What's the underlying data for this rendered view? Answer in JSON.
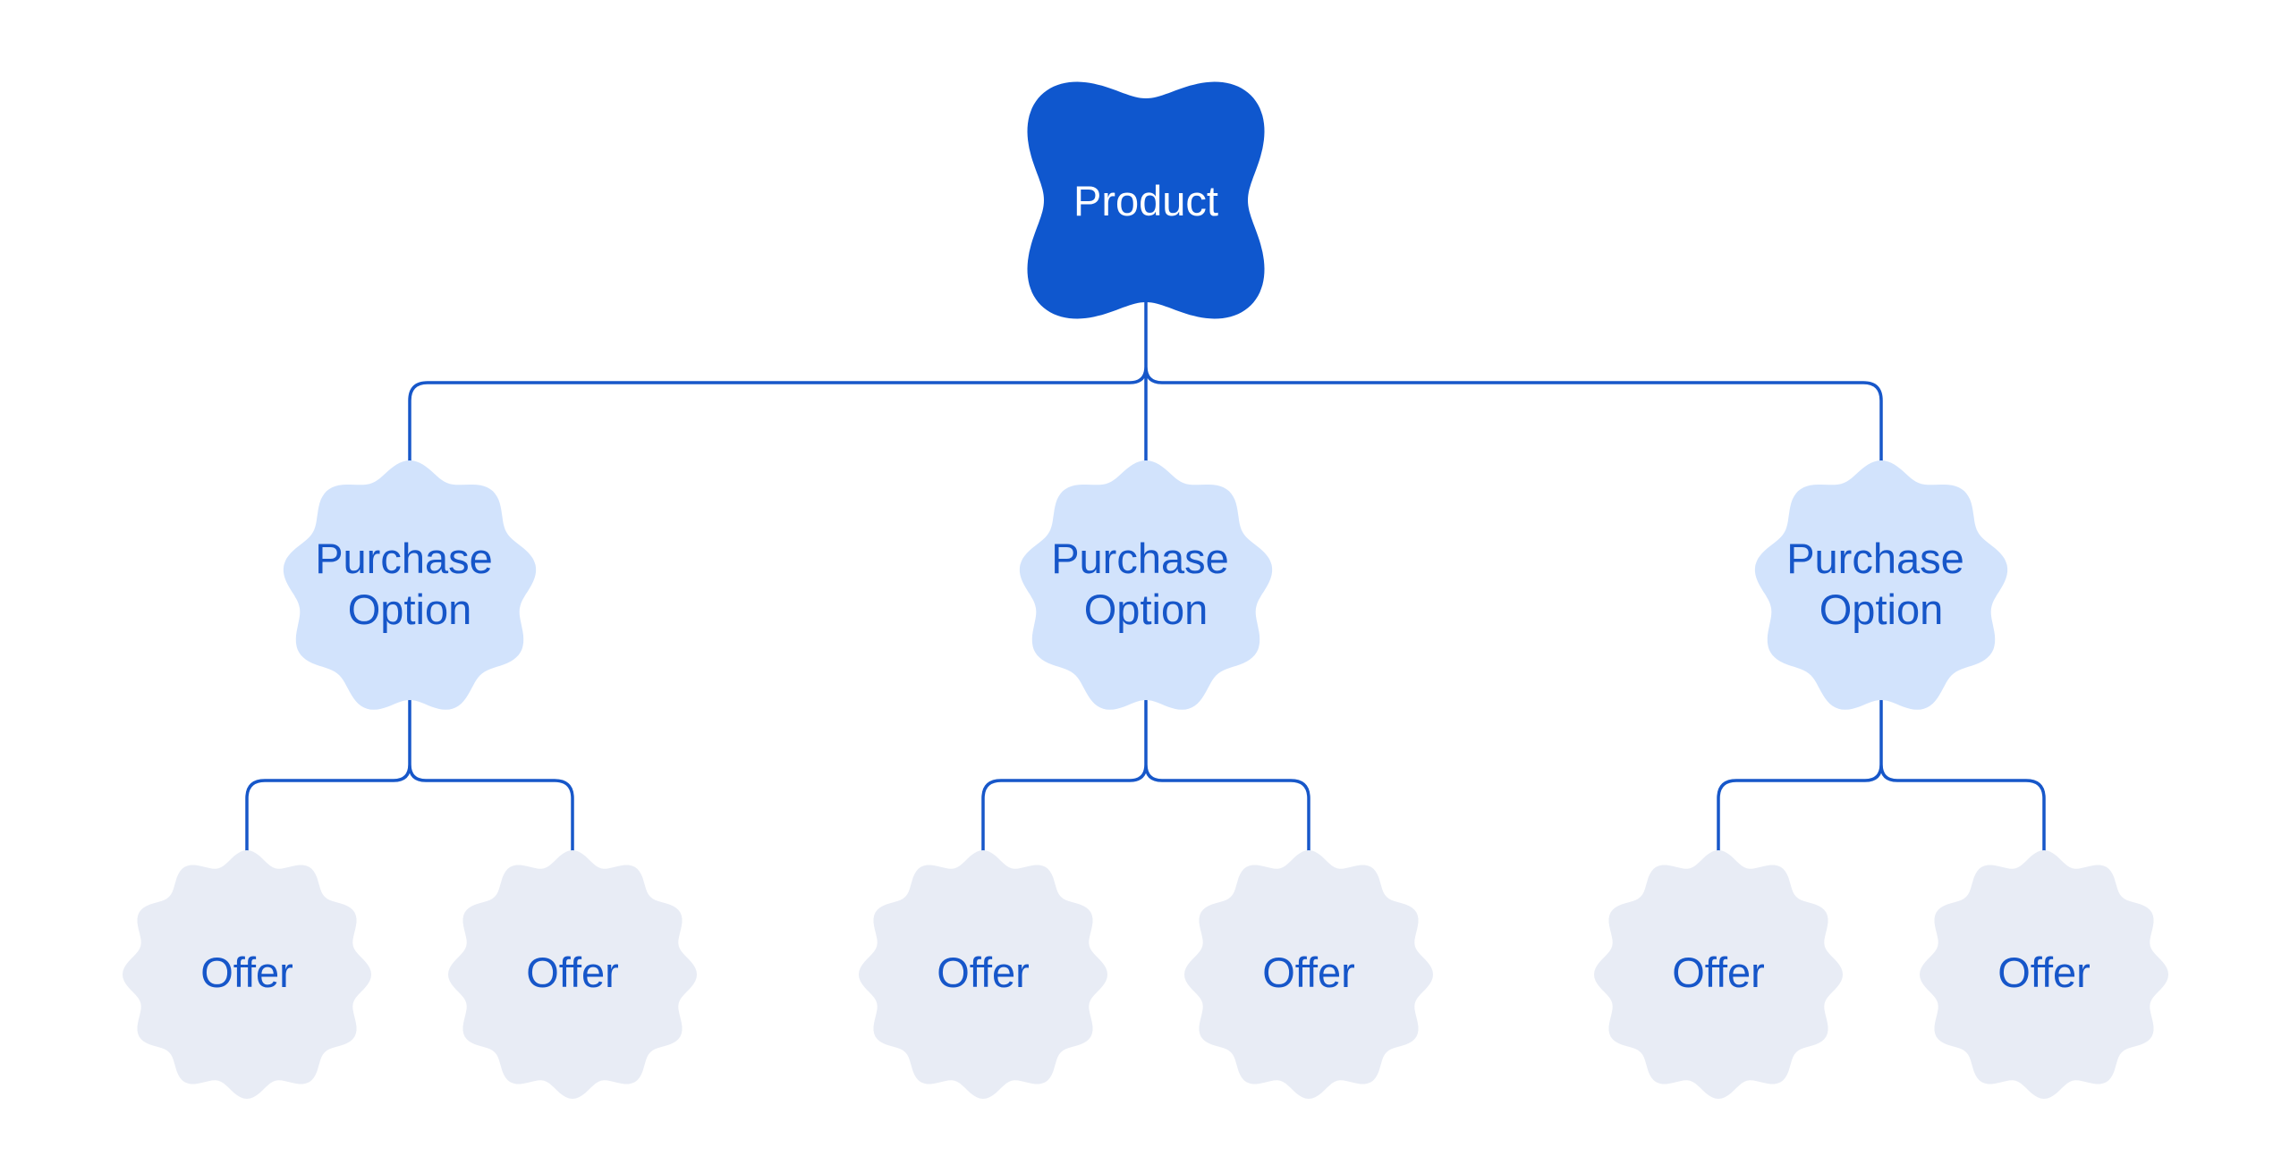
{
  "nodes": {
    "product": {
      "label": "Product"
    },
    "purchase_options": [
      {
        "label": "Purchase Option",
        "lines": [
          "Purchase",
          "Option"
        ],
        "offers": [
          {
            "label": "Offer"
          },
          {
            "label": "Offer"
          }
        ]
      },
      {
        "label": "Purchase Option",
        "lines": [
          "Purchase",
          "Option"
        ],
        "offers": [
          {
            "label": "Offer"
          },
          {
            "label": "Offer"
          }
        ]
      },
      {
        "label": "Purchase Option",
        "lines": [
          "Purchase",
          "Option"
        ],
        "offers": [
          {
            "label": "Offer"
          },
          {
            "label": "Offer"
          }
        ]
      }
    ]
  },
  "colors": {
    "background": "#FFFFFF",
    "product_fill": "#0F57CE",
    "product_text": "#FFFFFF",
    "purchase_option_fill": "#D2E3FC",
    "offer_fill": "#E8ECF5",
    "connector_stroke": "#1757C9",
    "label_text": "#1656C9"
  }
}
